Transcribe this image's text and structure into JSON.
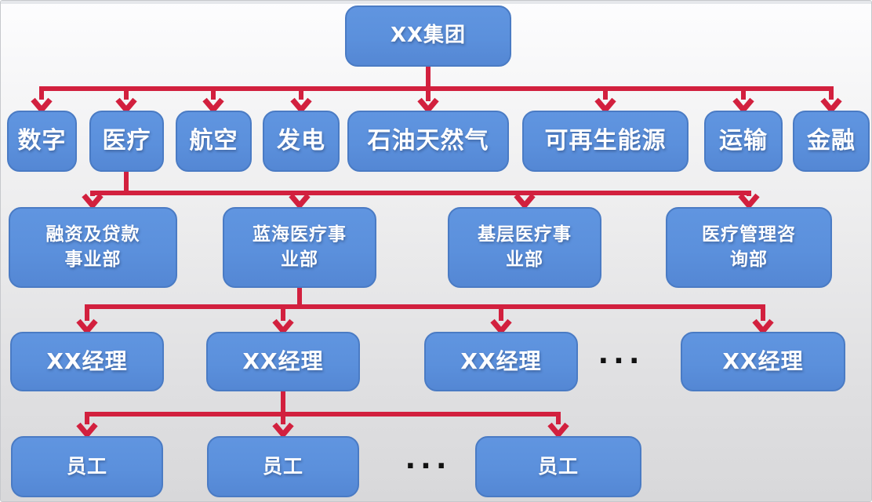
{
  "org": {
    "root": "XX集团",
    "divisions": [
      "数字",
      "医疗",
      "航空",
      "发电",
      "石油天然气",
      "可再生能源",
      "运输",
      "金融"
    ],
    "departments": [
      "融资及贷款\n事业部",
      "蓝海医疗事\n业部",
      "基层医疗事\n业部",
      "医疗管理咨\n询部"
    ],
    "managers": [
      "XX经理",
      "XX经理",
      "XX经理",
      "XX经理"
    ],
    "staff": [
      "员工",
      "员工",
      "员工"
    ],
    "managers_ellipsis": "···",
    "staff_ellipsis": "···",
    "colors": {
      "node_fill": "#5b90dc",
      "node_border": "#4a7bc4",
      "node_text": "#ffffff",
      "connector": "#d2203e",
      "ellipsis_color": "#111111"
    }
  }
}
